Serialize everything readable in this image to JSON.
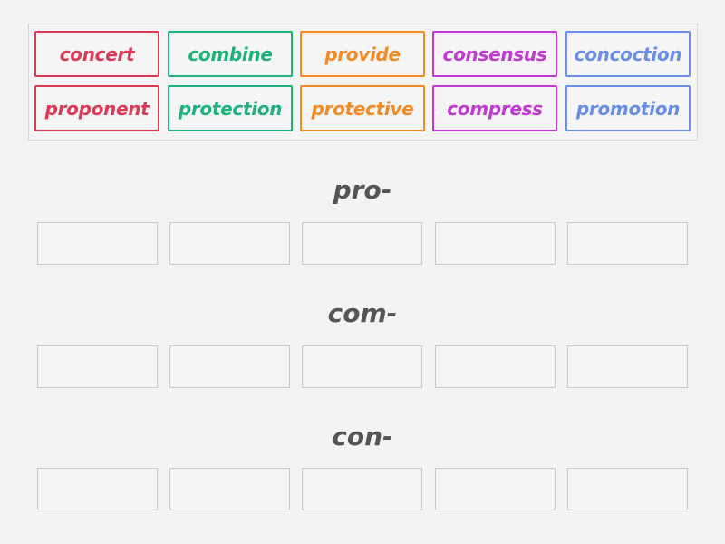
{
  "colors": {
    "red": "#d93b57",
    "green": "#1db27a",
    "orange": "#f28b26",
    "purple": "#c03ad1",
    "blue": "#6a8ee6",
    "title": "#555555",
    "slot_border": "#c9c9c9",
    "background": "#f4f3f4"
  },
  "word_bank": {
    "tiles": [
      {
        "label": "concert",
        "color": "red",
        "row": 0,
        "col": 0
      },
      {
        "label": "combine",
        "color": "green",
        "row": 0,
        "col": 1
      },
      {
        "label": "provide",
        "color": "orange",
        "row": 0,
        "col": 2
      },
      {
        "label": "consensus",
        "color": "purple",
        "row": 0,
        "col": 3
      },
      {
        "label": "concoction",
        "color": "blue",
        "row": 0,
        "col": 4
      },
      {
        "label": "proponent",
        "color": "red",
        "row": 1,
        "col": 0
      },
      {
        "label": "protection",
        "color": "green",
        "row": 1,
        "col": 1
      },
      {
        "label": "protective",
        "color": "orange",
        "row": 1,
        "col": 2
      },
      {
        "label": "compress",
        "color": "purple",
        "row": 1,
        "col": 3
      },
      {
        "label": "promotion",
        "color": "blue",
        "row": 1,
        "col": 4
      }
    ]
  },
  "groups": [
    {
      "title": "pro-",
      "slots": 5
    },
    {
      "title": "com-",
      "slots": 5
    },
    {
      "title": "con-",
      "slots": 5
    }
  ]
}
